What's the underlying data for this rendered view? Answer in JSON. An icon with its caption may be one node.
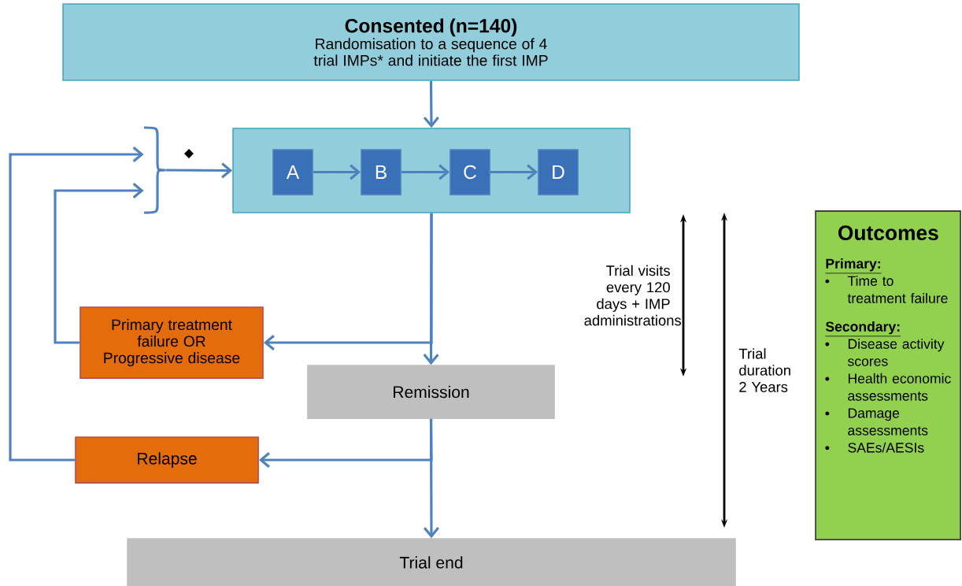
{
  "diagram": {
    "nodes": [
      {
        "text": [
          "Consented (n=140)",
          "Randomisation to a sequence of 4 trial IMPs* and initiate the first IMP"
        ]
      },
      {
        "text": [],
        "shape": "box"
      },
      {
        "text": [
          "A"
        ],
        "in": 1
      },
      {
        "text": [
          "B"
        ],
        "in": 1
      },
      {
        "text": [
          "C"
        ],
        "in": 1
      },
      {
        "text": [
          "D"
        ],
        "in": 1
      },
      {
        "text": [
          "Primary treatment failure OR Progressive disease"
        ]
      },
      {
        "text": [
          "Remission"
        ]
      },
      {
        "text": [
          "Relapse"
        ]
      },
      {
        "text": [
          "Trial end"
        ]
      },
      {
        "text": [
          "Outcomes",
          "Primary:",
          "Time to treatment failure",
          "Secondary:",
          "Disease activity scores",
          "Health economic assessments",
          "Damage assessments",
          "SAEs/AESIs"
        ]
      },
      {
        "text": [],
        "shape": "bracket"
      }
    ],
    "edges": [
      {
        "from": 0,
        "to": 1,
        "arrow": "to"
      },
      {
        "from": 2,
        "to": 3,
        "arrow": "to"
      },
      {
        "from": 3,
        "to": 4,
        "arrow": "to"
      },
      {
        "from": 4,
        "to": 5,
        "arrow": "to"
      },
      {
        "from": 1,
        "to": 7,
        "arrow": "to"
      },
      {
        "from": 1,
        "to": 6,
        "arrow": "to"
      },
      {
        "from": 7,
        "to": 9,
        "arrow": "to"
      },
      {
        "from": 7,
        "to": 8,
        "arrow": "to"
      },
      {
        "from": 6,
        "to": 11,
        "arrow": "to"
      },
      {
        "from": 8,
        "to": 11,
        "arrow": "to"
      },
      {
        "from": 11,
        "to": 1,
        "arrow": "to"
      }
    ],
    "labels": [
      "◆",
      "Trial visits every 120 days + IMP administrations",
      "Trial duration 2 Years"
    ]
  }
}
